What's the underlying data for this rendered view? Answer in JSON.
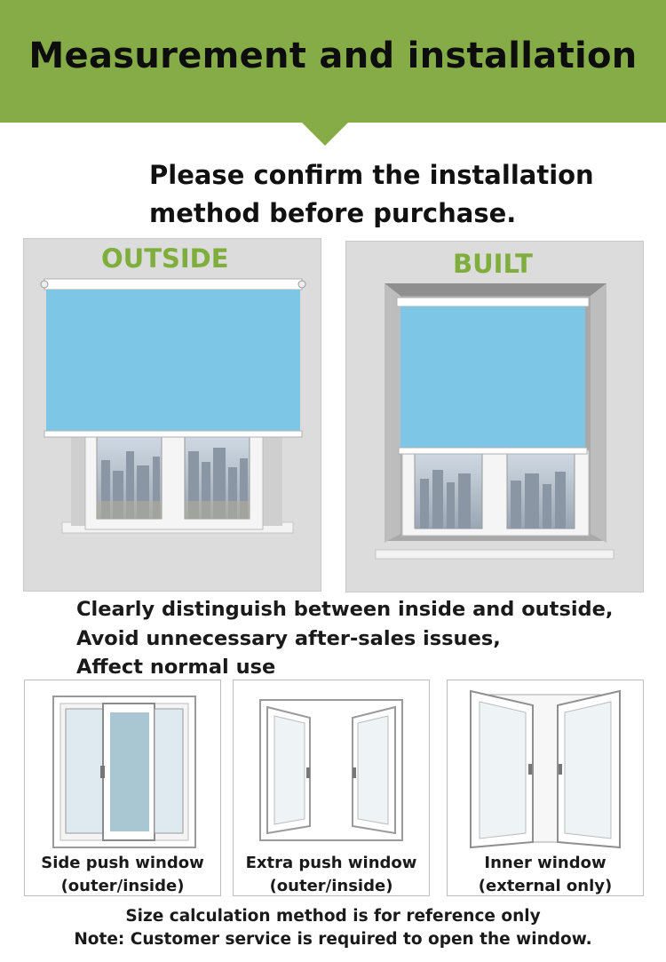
{
  "header": {
    "title": "Measurement and installation"
  },
  "subtitle": {
    "line1": "Please confirm the installation",
    "line2": "method before purchase."
  },
  "panels": {
    "outside": {
      "label": "OUTSIDE"
    },
    "built": {
      "label": "BUILT"
    }
  },
  "notes": {
    "line1": "Clearly distinguish between inside and outside,",
    "line2": "Avoid unnecessary after-sales issues,",
    "line3": "Affect normal use"
  },
  "windows": [
    {
      "line1": "Side push window",
      "line2": "(outer/inside)"
    },
    {
      "line1": "Extra push window",
      "line2": "(outer/inside)"
    },
    {
      "line1": "Inner window",
      "line2": "(external only)"
    }
  ],
  "footer": {
    "line1": "Size calculation method is for reference only",
    "line2": "Note: Customer service is required to open the window."
  },
  "colors": {
    "banner": "#86ac47",
    "label_green": "#7fae3d",
    "blind_blue": "#7ec6e6"
  }
}
